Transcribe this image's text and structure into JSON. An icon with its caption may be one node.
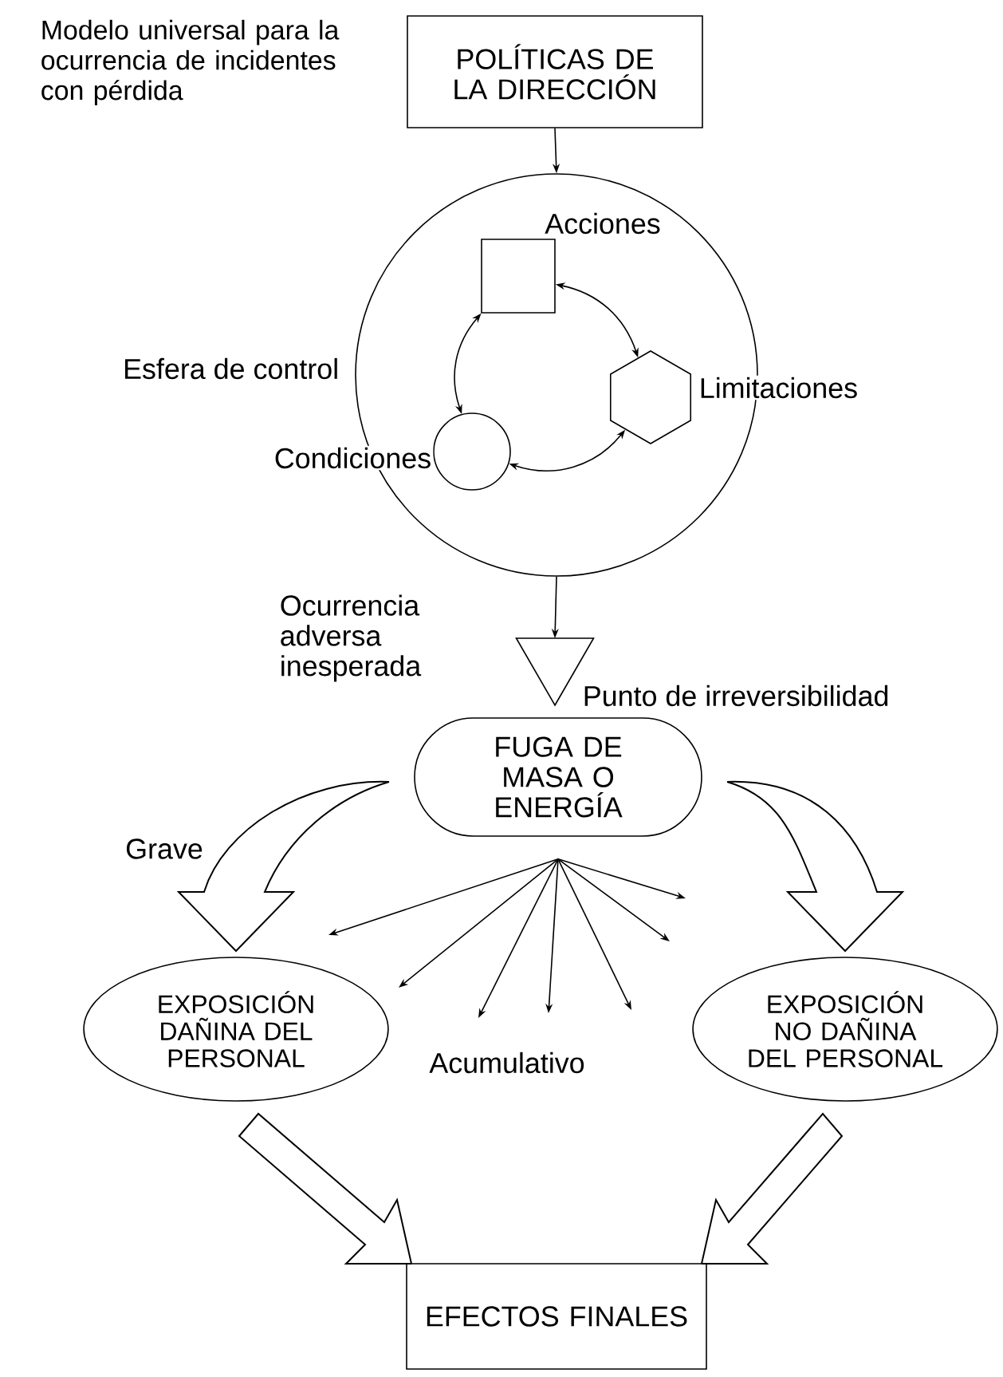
{
  "diagram": {
    "title": "Modelo universal para la ocurrencia de incidentes con pérdida",
    "nodes": [
      {
        "text": [
          "POLÍTICAS DE LA DIRECCIÓN"
        ]
      },
      {
        "text": [],
        "shape": "circle",
        "beside": [
          "Esfera de control"
        ]
      },
      {
        "text": [],
        "shape": "box",
        "in": 1,
        "beside": [
          "Acciones"
        ]
      },
      {
        "text": [],
        "shape": "hexagon",
        "in": 1,
        "beside": [
          "Limitaciones"
        ]
      },
      {
        "text": [],
        "shape": "circle",
        "in": 1,
        "beside": [
          "Condiciones"
        ]
      },
      {
        "text": [],
        "shape": "triangle",
        "beside": [
          "Punto de irreversibilidad"
        ]
      },
      {
        "text": [
          "FUGA DE MASA O ENERGÍA"
        ]
      },
      {
        "text": [
          "EXPOSICIÓN DAÑINA DEL PERSONAL"
        ]
      },
      {
        "text": [
          "EXPOSICIÓN NO DAÑINA DEL PERSONAL"
        ]
      },
      {
        "text": [
          "EFECTOS FINALES"
        ]
      }
    ],
    "edges": [
      {
        "from": 0,
        "to": 1,
        "arrow": "to"
      },
      {
        "from": 2,
        "to": 3,
        "arrow": "both"
      },
      {
        "from": 3,
        "to": 4,
        "arrow": "both"
      },
      {
        "from": 4,
        "to": 2,
        "arrow": "both"
      },
      {
        "from": 1,
        "to": 5,
        "arrow": "to",
        "label": "Ocurrencia adversa inesperada"
      },
      {
        "from": 6,
        "to": 7,
        "arrow": "to",
        "label": "Grave",
        "style": "thick"
      },
      {
        "from": 6,
        "to": 8,
        "arrow": "to",
        "style": "thick"
      },
      {
        "from": 7,
        "to": 9,
        "arrow": "to",
        "style": "thick"
      },
      {
        "from": 8,
        "to": 9,
        "arrow": "to",
        "style": "thick"
      },
      {
        "from": 6,
        "to": null,
        "arrow": "to"
      },
      {
        "from": 6,
        "to": null,
        "arrow": "to"
      },
      {
        "from": 6,
        "to": null,
        "arrow": "to"
      },
      {
        "from": 6,
        "to": null,
        "arrow": "to"
      },
      {
        "from": 6,
        "to": null,
        "arrow": "to"
      },
      {
        "from": 6,
        "to": null,
        "arrow": "to"
      },
      {
        "from": 6,
        "to": null,
        "arrow": "to"
      }
    ],
    "labels": [
      "Acumulativo"
    ]
  }
}
